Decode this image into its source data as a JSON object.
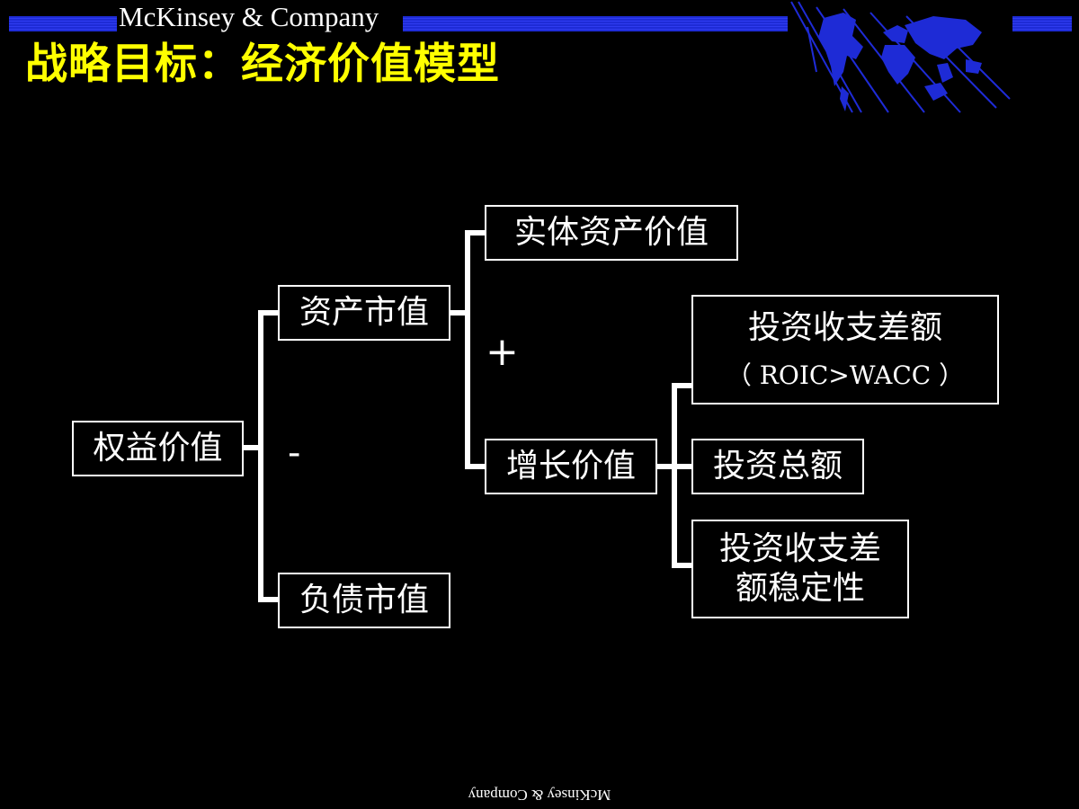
{
  "header": {
    "logo_text": "McKinsey & Company",
    "title": "战略目标：经济价值模型"
  },
  "diagram": {
    "root": "权益价值",
    "asset_value": "资产市值",
    "debt_value": "负债市值",
    "entity_asset_value": "实体资产价值",
    "growth_value": "增长价值",
    "invest_spread": "投资收支差额",
    "invest_spread_note": "（ ROIC>WACC ）",
    "total_investment": "投资总额",
    "spread_stability_line1": "投资收支差",
    "spread_stability_line2": "额稳定性",
    "op_minus": "-",
    "op_plus": "+"
  },
  "footer": {
    "logo_text": "McKinsey & Company"
  },
  "colors": {
    "background": "#000000",
    "title": "#ffff00",
    "band": "#1e2bd6",
    "line": "#ffffff"
  }
}
